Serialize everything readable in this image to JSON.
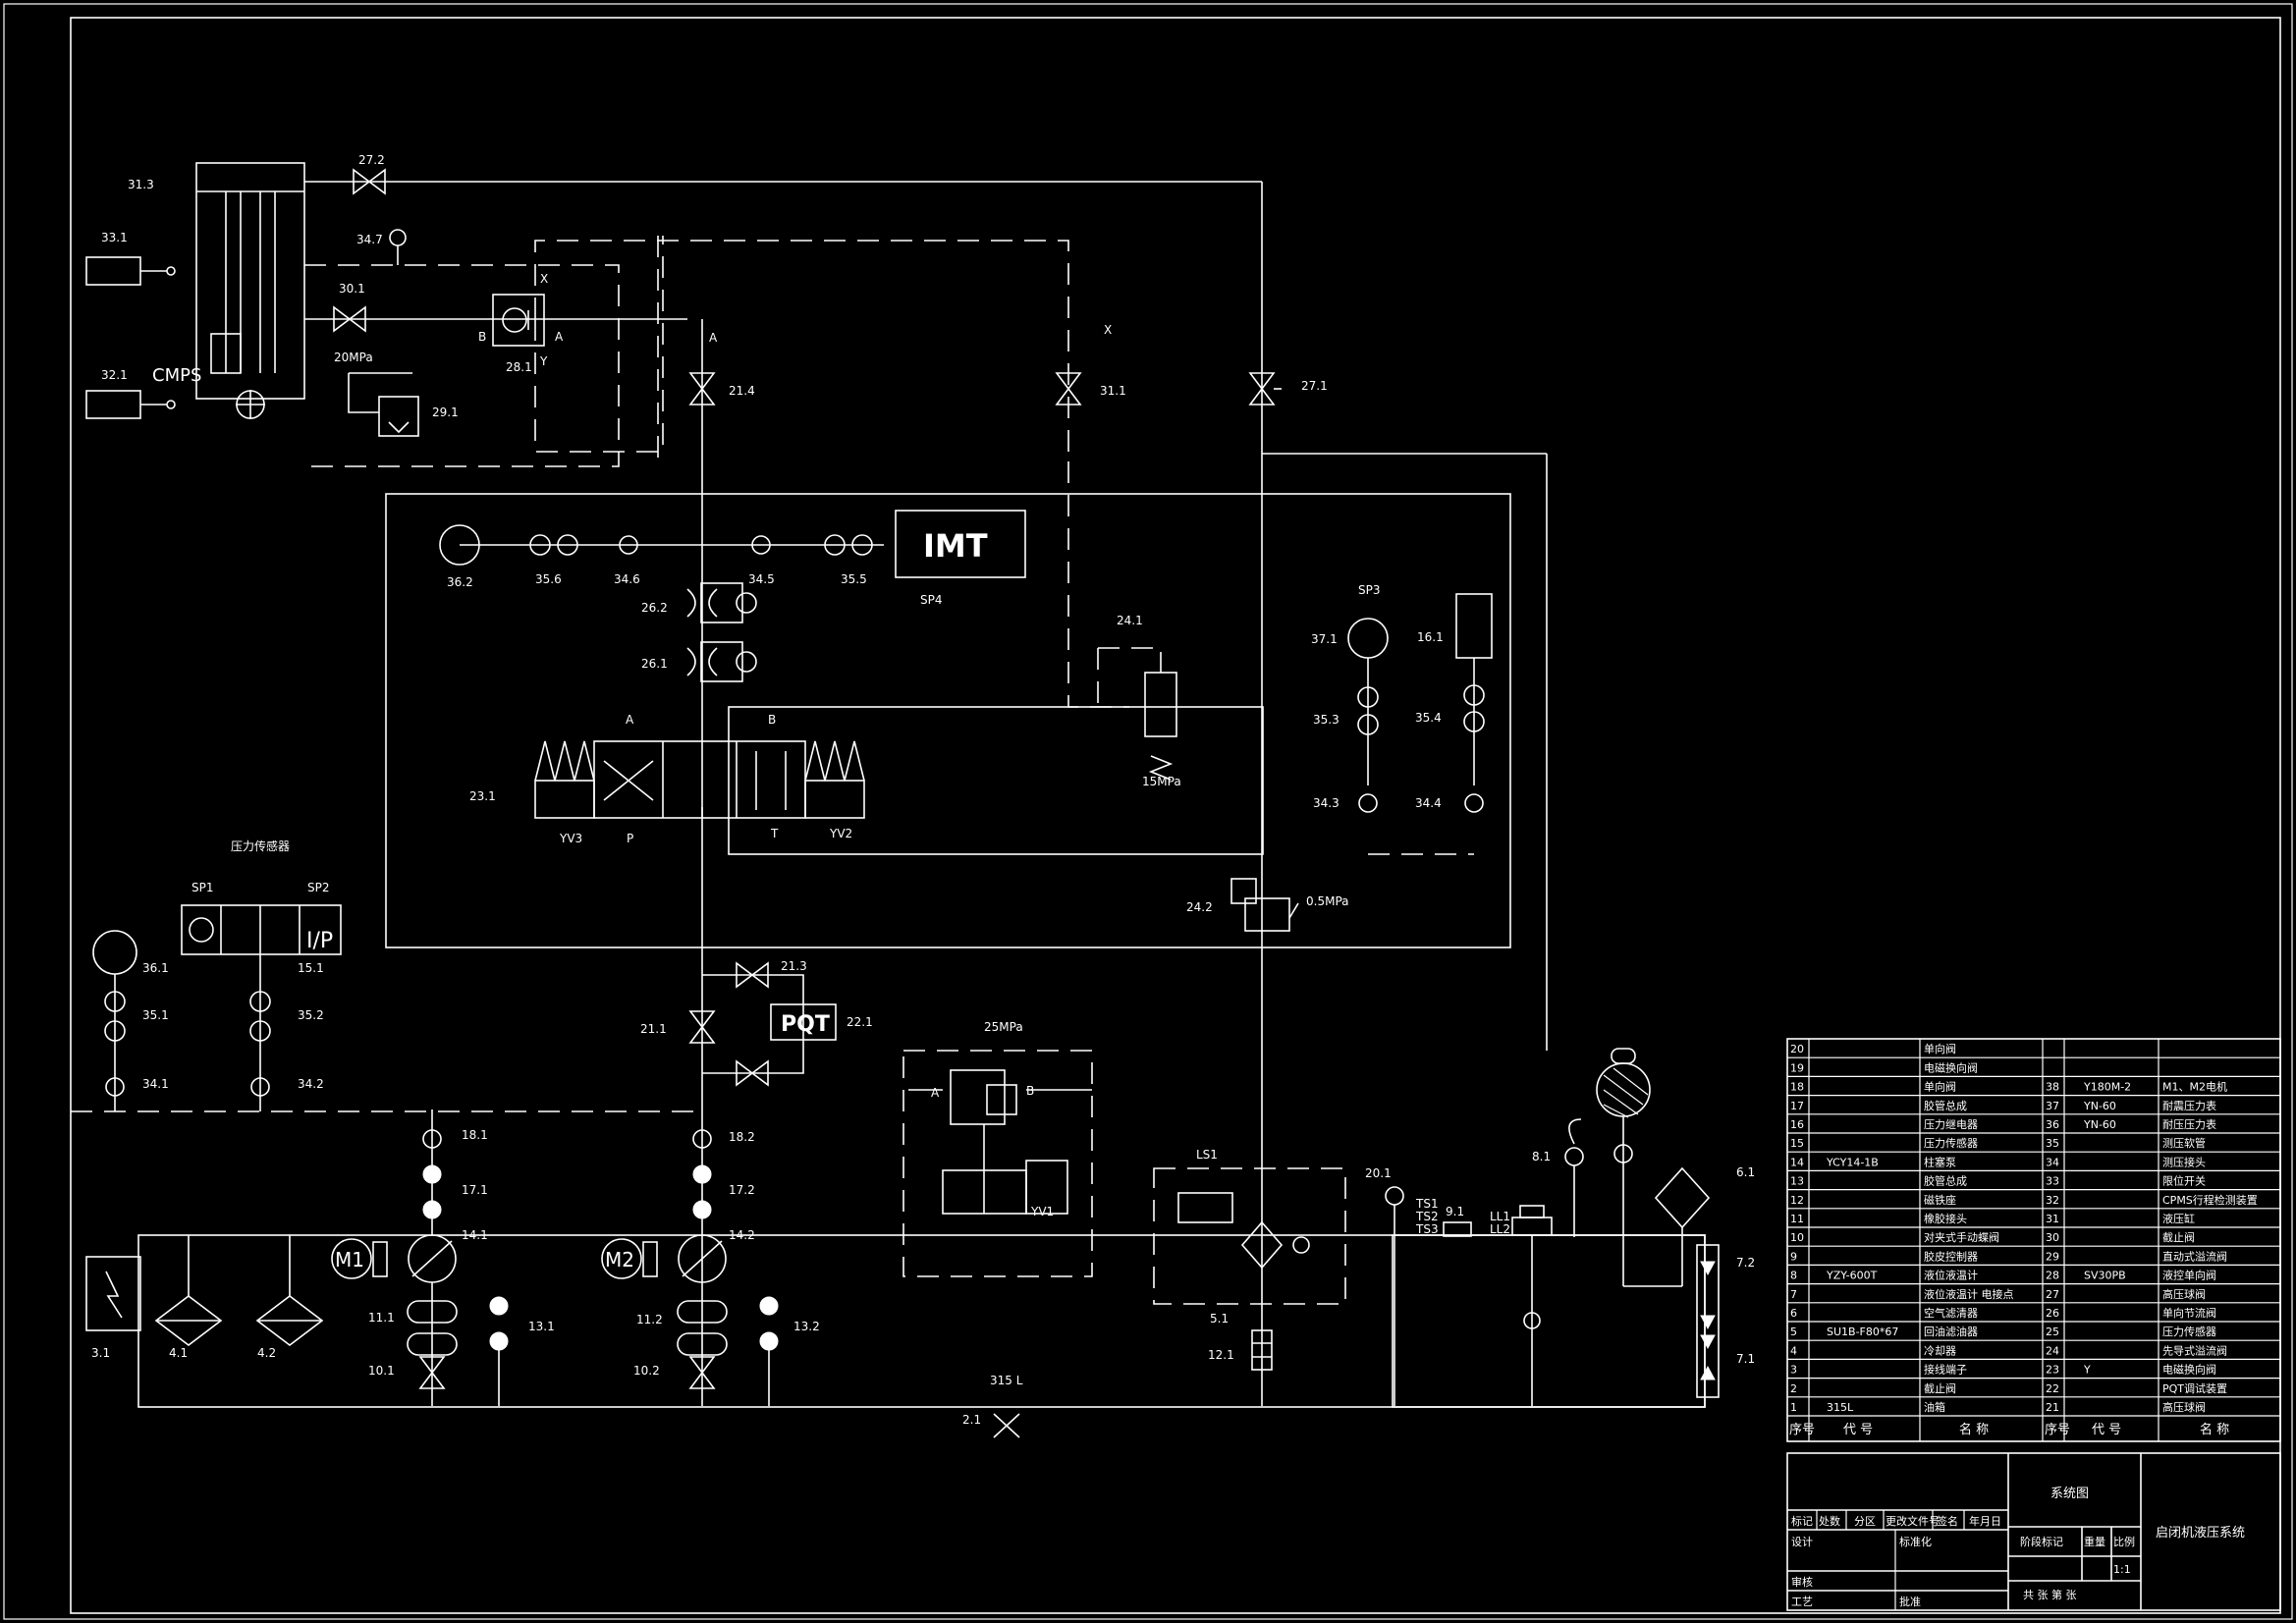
{
  "labels": {
    "l31_3": "31.3",
    "l33_1": "33.1",
    "l32_1": "32.1",
    "cmps": "CMPS",
    "l27_2": "27.2",
    "l34_7": "34.7",
    "l30_1": "30.1",
    "p20mpa": "20MPa",
    "l29_1": "29.1",
    "l28_1": "28.1",
    "pB": "B",
    "pA": "A",
    "pX": "X",
    "pY": "Y",
    "l21_4": "21.4",
    "pA2": "A",
    "l31_1": "31.1",
    "pX2": "X",
    "l27_1": "27.1",
    "l36_2": "36.2",
    "l35_6": "35.6",
    "l34_6": "34.6",
    "l34_5": "34.5",
    "l35_5": "35.5",
    "imt": "IMT",
    "sp4": "SP4",
    "l26_2": "26.2",
    "l26_1": "26.1",
    "l24_1": "24.1",
    "p15mpa": "15MPa",
    "sp3": "SP3",
    "l37_1": "37.1",
    "l16_1": "16.1",
    "l35_3": "35.3",
    "l35_4": "35.4",
    "l34_3": "34.3",
    "l34_4": "34.4",
    "l23_1": "23.1",
    "vA": "A",
    "vB": "B",
    "yv3": "YV3",
    "vP": "P",
    "vT": "T",
    "yv2": "YV2",
    "l24_2": "24.2",
    "p0_5mpa": "0.5MPa",
    "pressure_sensor": "压力传感器",
    "sp1": "SP1",
    "sp2": "SP2",
    "l36_1": "36.1",
    "l15_1": "15.1",
    "l35_1": "35.1",
    "l35_2": "35.2",
    "l34_1": "34.1",
    "l34_2": "34.2",
    "l21_3": "21.3",
    "pqt": "PQT",
    "l22_1": "22.1",
    "l21_1": "21.1",
    "p25mpa": "25MPa",
    "cA": "A",
    "cB": "B",
    "yv1": "YV1",
    "l18_1": "18.1",
    "l18_2": "18.2",
    "l17_1": "17.1",
    "l17_2": "17.2",
    "l14_1": "14.1",
    "l14_2": "14.2",
    "m1": "M1",
    "m2": "M2",
    "l11_1": "11.1",
    "l11_2": "11.2",
    "l13_1": "13.1",
    "l13_2": "13.2",
    "l10_1": "10.1",
    "l10_2": "10.2",
    "l3_1": "3.1",
    "l4_1": "4.1",
    "l4_2": "4.2",
    "v315l": "315 L",
    "l2_1": "2.1",
    "ls1": "LS1",
    "l5_1": "5.1",
    "l12_1": "12.1",
    "l20_1": "20.1",
    "ts1": "TS1",
    "ts2": "TS2",
    "ts3": "TS3",
    "l9_1": "9.1",
    "ll1": "LL1",
    "ll2": "LL2",
    "l8_1": "8.1",
    "l6_1": "6.1",
    "l7_2": "7.2",
    "l7_1": "7.1"
  },
  "parts_table": {
    "rows": [
      {
        "n1": "20",
        "code1": "",
        "name1": "单向阀",
        "n2": "",
        "code2": "",
        "name2": ""
      },
      {
        "n1": "19",
        "code1": "",
        "name1": "电磁换向阀",
        "n2": "",
        "code2": "",
        "name2": ""
      },
      {
        "n1": "18",
        "code1": "",
        "name1": "单向阀",
        "n2": "38",
        "code2": "Y180M-2",
        "name2": "M1、M2电机"
      },
      {
        "n1": "17",
        "code1": "",
        "name1": "胶管总成",
        "n2": "37",
        "code2": "YN-60",
        "name2": "耐震压力表"
      },
      {
        "n1": "16",
        "code1": "",
        "name1": "压力继电器",
        "n2": "36",
        "code2": "YN-60",
        "name2": "耐压压力表"
      },
      {
        "n1": "15",
        "code1": "",
        "name1": "压力传感器",
        "n2": "35",
        "code2": "",
        "name2": "测压软管"
      },
      {
        "n1": "14",
        "code1": "YCY14-1B",
        "name1": "柱塞泵",
        "n2": "34",
        "code2": "",
        "name2": "测压接头"
      },
      {
        "n1": "13",
        "code1": "",
        "name1": "胶管总成",
        "n2": "33",
        "code2": "",
        "name2": "限位开关"
      },
      {
        "n1": "12",
        "code1": "",
        "name1": "磁铁座",
        "n2": "32",
        "code2": "",
        "name2": "CPMS行程检测装置"
      },
      {
        "n1": "11",
        "code1": "",
        "name1": "橡胶接头",
        "n2": "31",
        "code2": "",
        "name2": "液压缸"
      },
      {
        "n1": "10",
        "code1": "",
        "name1": "对夹式手动蝶阀",
        "n2": "30",
        "code2": "",
        "name2": "截止阀"
      },
      {
        "n1": "9",
        "code1": "",
        "name1": "胶皮控制器",
        "n2": "29",
        "code2": "",
        "name2": "直动式溢流阀"
      },
      {
        "n1": "8",
        "code1": "YZY-600T",
        "name1": "液位液温计",
        "n2": "28",
        "code2": "SV30PB",
        "name2": "液控单向阀"
      },
      {
        "n1": "7",
        "code1": "",
        "name1": "液位液温计 电接点",
        "n2": "27",
        "code2": "",
        "name2": "高压球阀"
      },
      {
        "n1": "6",
        "code1": "",
        "name1": "空气滤清器",
        "n2": "26",
        "code2": "",
        "name2": "单向节流阀"
      },
      {
        "n1": "5",
        "code1": "SU1B-F80*67",
        "name1": "回油滤油器",
        "n2": "25",
        "code2": "",
        "name2": "压力传感器"
      },
      {
        "n1": "4",
        "code1": "",
        "name1": "冷却器",
        "n2": "24",
        "code2": "",
        "name2": "先导式溢流阀"
      },
      {
        "n1": "3",
        "code1": "",
        "name1": "接线端子",
        "n2": "23",
        "code2": "Y",
        "name2": "电磁换向阀"
      },
      {
        "n1": "2",
        "code1": "",
        "name1": "截止阀",
        "n2": "22",
        "code2": "",
        "name2": "PQT调试装置"
      },
      {
        "n1": "1",
        "code1": "315L",
        "name1": "油箱",
        "n2": "21",
        "code2": "",
        "name2": "高压球阀"
      }
    ],
    "header": {
      "seq": "序号",
      "code": "代 号",
      "name": "名 称"
    }
  },
  "title_block": {
    "drawing_name": "系统图",
    "project_name": "启闭机液压系统",
    "row1": [
      "标记",
      "处数",
      "分区",
      "更改文件号",
      "签名",
      "年月日"
    ],
    "design": "设计",
    "standard": "标准化",
    "stage_mark": "阶段标记",
    "weight": "重量",
    "scale": "比例",
    "scale_val": "1:1",
    "check": "审核",
    "craft": "工艺",
    "approve": "批准",
    "sheets": "共  张 第  张"
  }
}
